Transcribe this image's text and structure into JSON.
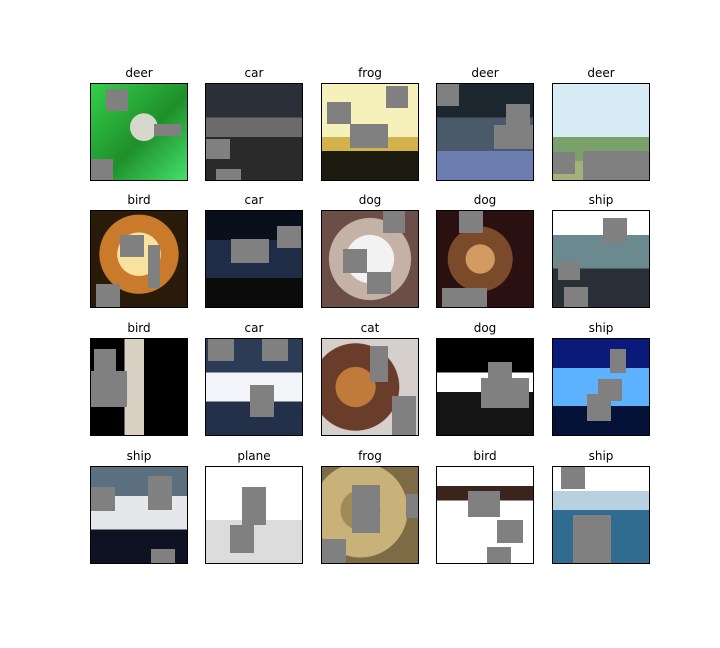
{
  "figure": {
    "images": [
      {
        "label": "deer",
        "scene": "grass-animal"
      },
      {
        "label": "car",
        "scene": "street-car"
      },
      {
        "label": "frog",
        "scene": "frog-yellow"
      },
      {
        "label": "deer",
        "scene": "deer-dark"
      },
      {
        "label": "deer",
        "scene": "field-sky"
      },
      {
        "label": "bird",
        "scene": "bird-orange"
      },
      {
        "label": "car",
        "scene": "car-night"
      },
      {
        "label": "dog",
        "scene": "dog-white"
      },
      {
        "label": "dog",
        "scene": "dog-brown"
      },
      {
        "label": "ship",
        "scene": "ship-dock"
      },
      {
        "label": "bird",
        "scene": "bird-black"
      },
      {
        "label": "car",
        "scene": "car-white"
      },
      {
        "label": "cat",
        "scene": "cat-room"
      },
      {
        "label": "dog",
        "scene": "dog-black"
      },
      {
        "label": "ship",
        "scene": "ship-sail"
      },
      {
        "label": "ship",
        "scene": "ship-boat"
      },
      {
        "label": "plane",
        "scene": "plane-white"
      },
      {
        "label": "frog",
        "scene": "frog-sand"
      },
      {
        "label": "bird",
        "scene": "bird-snow"
      },
      {
        "label": "ship",
        "scene": "ship-sea"
      }
    ]
  }
}
